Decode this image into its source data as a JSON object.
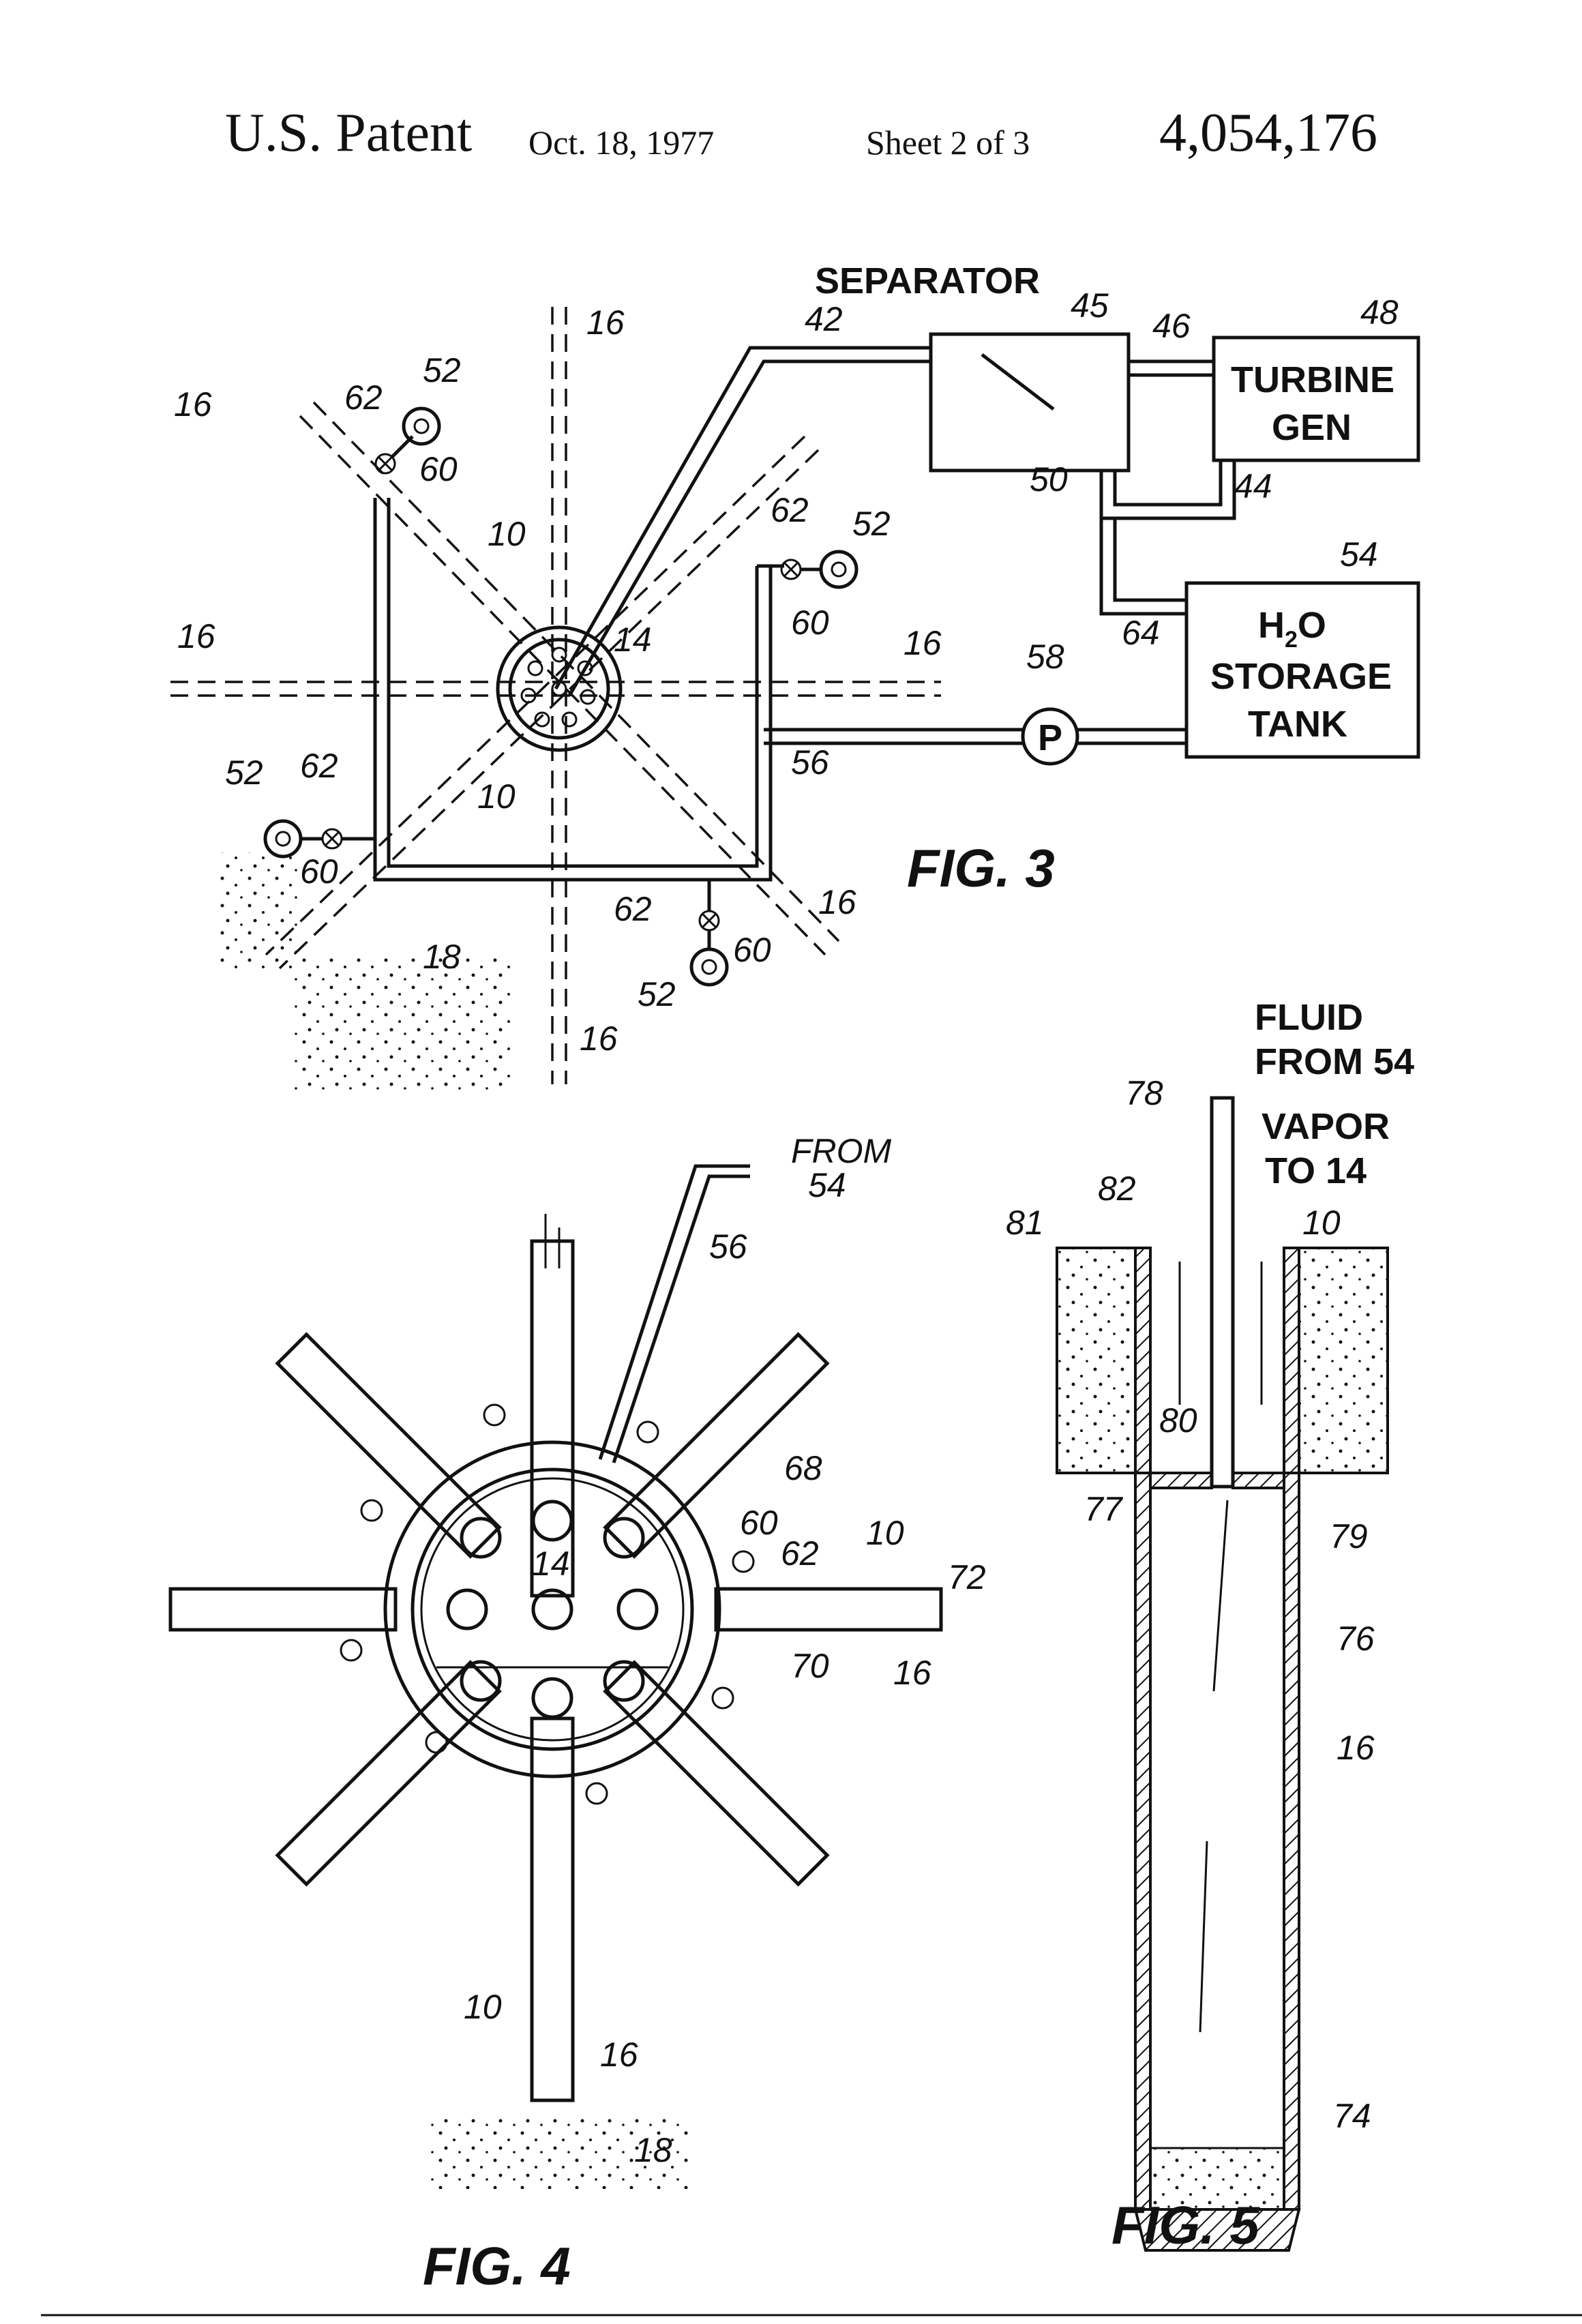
{
  "header": {
    "title": "U.S. Patent",
    "date": "Oct. 18, 1977",
    "sheet": "Sheet 2 of 3",
    "patent_number": "4,054,176"
  },
  "fig3": {
    "caption": "FIG. 3",
    "separator": "SEPARATOR",
    "turbine_line1": "TURBINE",
    "turbine_line2": "GEN",
    "storage_line1": "H",
    "storage_sub": "2",
    "storage_line1_end": "O",
    "storage_line2": "STORAGE",
    "storage_line3": "TANK",
    "pump": "P",
    "refs": [
      "16",
      "16",
      "16",
      "16",
      "16",
      "16",
      "42",
      "45",
      "46",
      "48",
      "52",
      "62",
      "60",
      "52",
      "62",
      "60",
      "52",
      "62",
      "60",
      "52",
      "62",
      "60",
      "10",
      "10",
      "14",
      "50",
      "44",
      "54",
      "64",
      "58",
      "56",
      "18"
    ]
  },
  "fig4": {
    "caption": "FIG. 4",
    "from_line1": "FROM",
    "from_line2": "54",
    "refs": [
      "56",
      "68",
      "60",
      "62",
      "10",
      "72",
      "14",
      "70",
      "16",
      "10",
      "16",
      "18"
    ]
  },
  "fig5": {
    "caption": "FIG. 5",
    "fluid_line1": "FLUID",
    "fluid_line2": "FROM 54",
    "vapor_line1": "VAPOR",
    "vapor_line2": "TO 14",
    "refs": [
      "78",
      "82",
      "81",
      "10",
      "80",
      "77",
      "79",
      "76",
      "16",
      "74"
    ]
  }
}
